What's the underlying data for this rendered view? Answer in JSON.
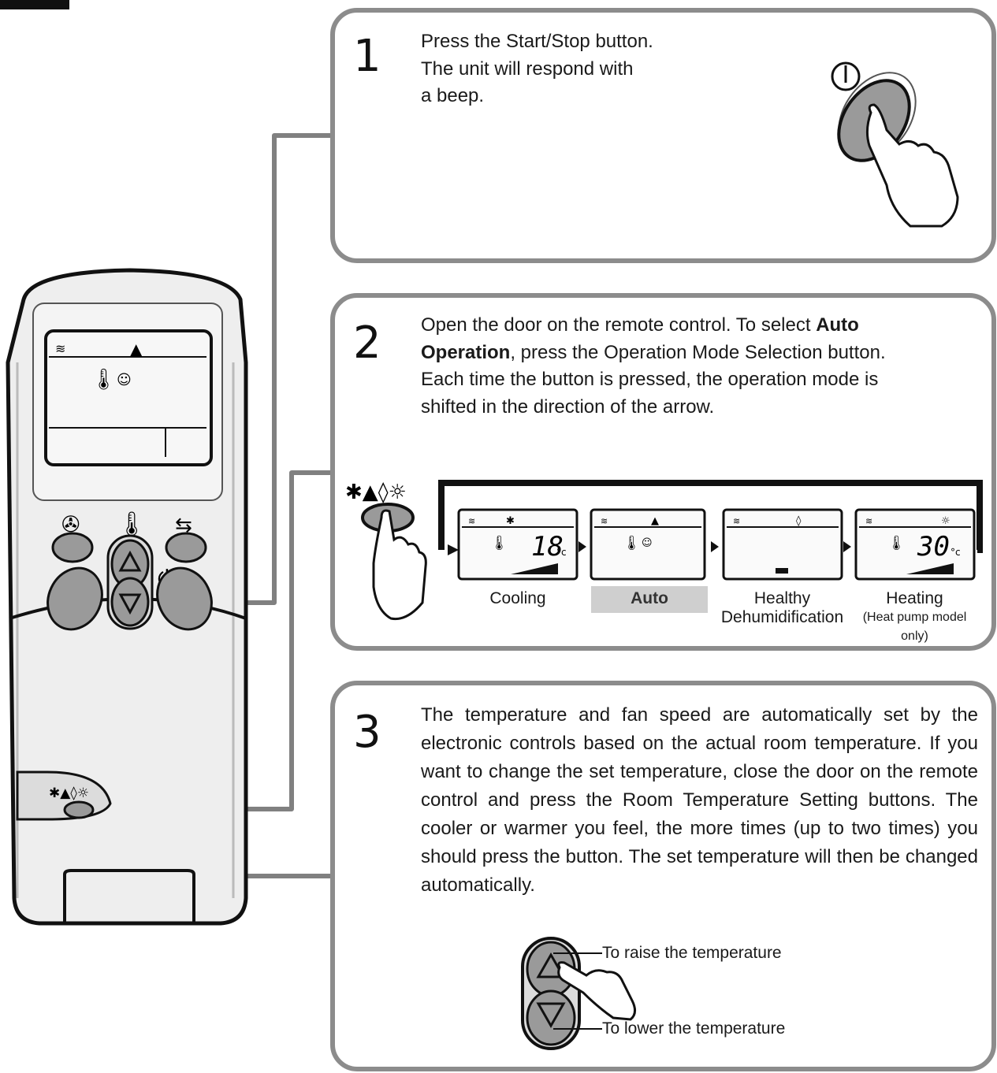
{
  "steps": [
    {
      "number": "1",
      "text": "Press the Start/Stop button. The unit will respond with a beep.",
      "lines": [
        "Press the Start/Stop button.",
        "The unit will respond with",
        "a beep."
      ]
    },
    {
      "number": "2",
      "text_before_bold1": "Open the door on the remote control. To select ",
      "bold1": "Auto",
      "line2_bold": "Operation",
      "line2_rest": ", press the Operation Mode Selection button.",
      "line3": "Each time the button is pressed, the operation mode is",
      "line4": "shifted in the direction of the arrow."
    },
    {
      "number": "3",
      "text": "The temperature and fan speed are automatically set by the electronic controls based on the actual room temperature. If you want to change the set temperature, close the door on the remote control and press the Room Temperature Setting buttons. The cooler or warmer you feel, the more times (up to two times) you should press the button. The set temperature will then be changed automatically."
    }
  ],
  "modes": [
    {
      "name": "Cooling",
      "display_value": "18",
      "unit": "°c"
    },
    {
      "name": "Auto",
      "highlighted": true
    },
    {
      "name_line1": "Healthy",
      "name_line2": "Dehumidification"
    },
    {
      "name": "Heating",
      "note": "(Heat pump model only)",
      "display_value": "30",
      "unit": "°c"
    }
  ],
  "callouts": {
    "raise": "To raise the temperature",
    "lower": "To lower the temperature"
  },
  "colors": {
    "panel_border": "#8c8c8c",
    "leader_line": "#808080",
    "button_fill": "#9a9a9a",
    "auto_highlight": "#cfcfcf"
  },
  "icons": [
    "power-icon",
    "pressing-hand-icon",
    "snowflake-icon",
    "auto-mode-icon",
    "drop-icon",
    "sun-icon",
    "thermometer-icon",
    "fan-icon",
    "up-arrow-icon",
    "down-arrow-icon"
  ]
}
